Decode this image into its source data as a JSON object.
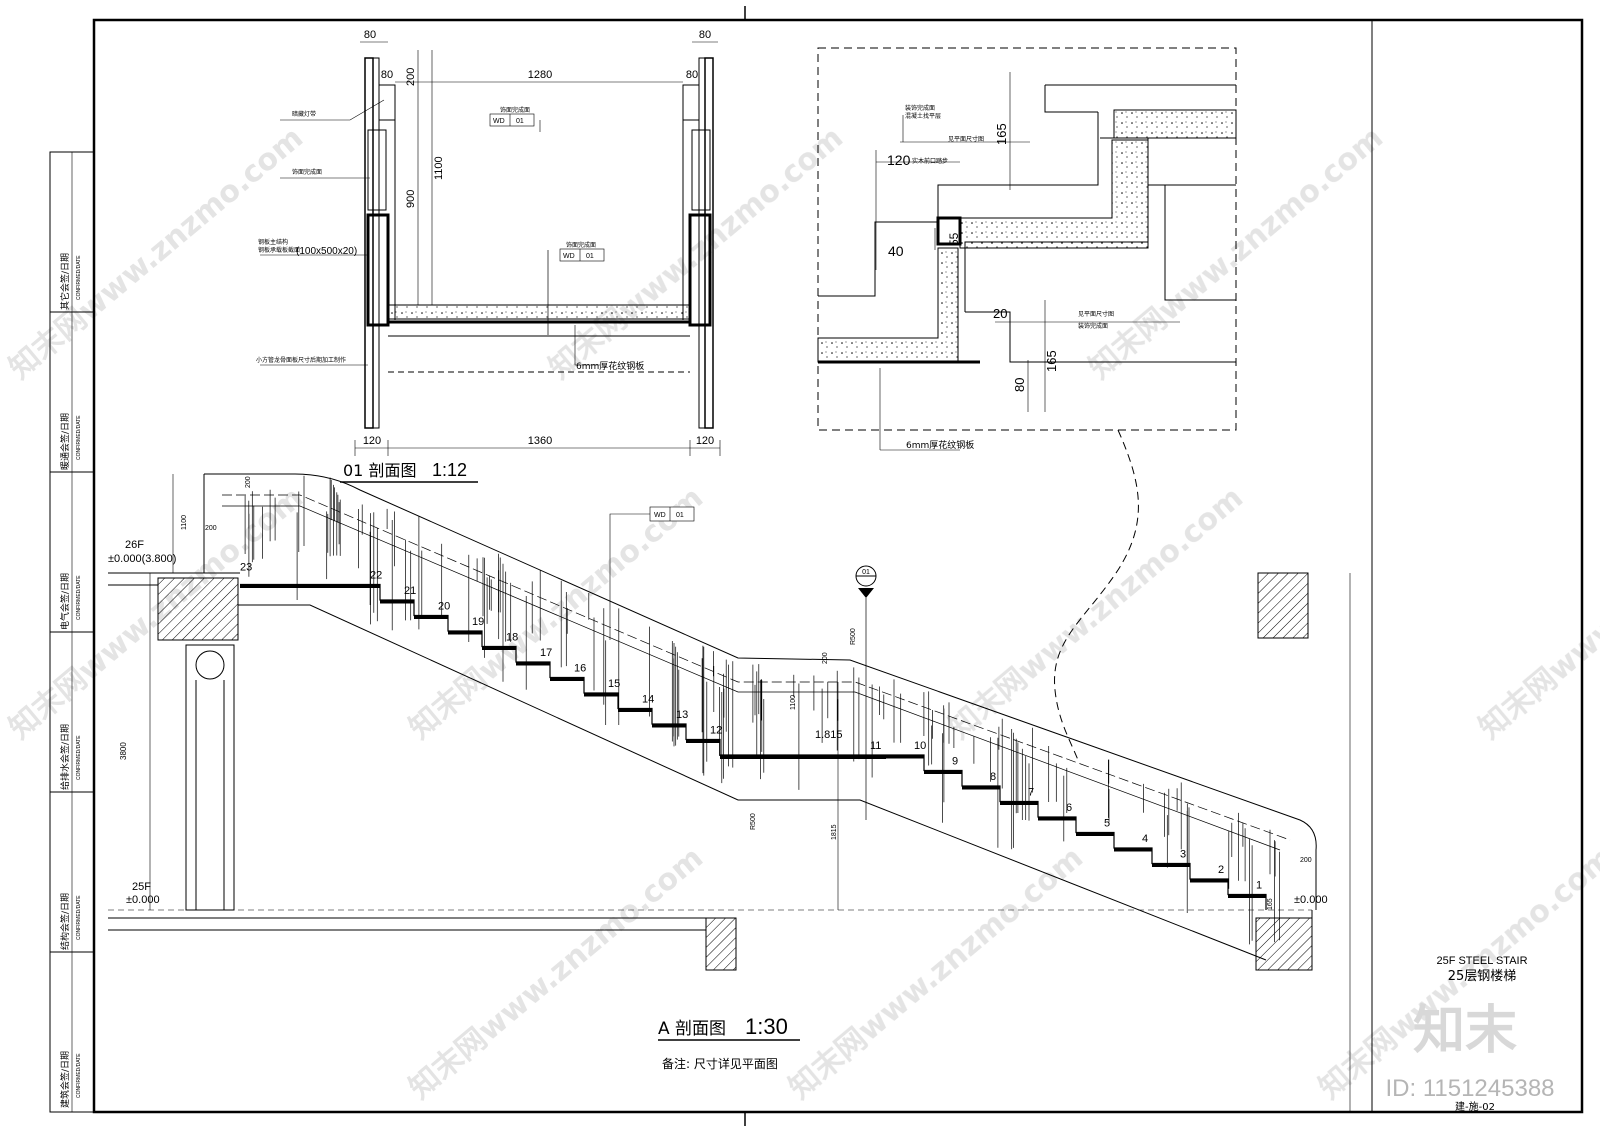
{
  "title_block": {
    "drawing_title_en": "25F STEEL STAIR",
    "drawing_title_cn": "25层钢楼梯",
    "brand_logo": "知末",
    "id_label": "ID: 1151245388",
    "sheet_no": "建-施-02"
  },
  "signoff_column": [
    {
      "cn": "其它会签/日期",
      "en": "CONFIRMED/DATE"
    },
    {
      "cn": "暖通会签/日期",
      "en": "CONFIRMED/DATE"
    },
    {
      "cn": "电气会签/日期",
      "en": "CONFIRMED/DATE"
    },
    {
      "cn": "给排水会签/日期",
      "en": "CONFIRMED/DATE"
    },
    {
      "cn": "结构会签/日期",
      "en": "CONFIRMED/DATE"
    },
    {
      "cn": "建筑会签/日期",
      "en": "CONFIRMED/DATE"
    }
  ],
  "section_01": {
    "title": "01 剖面图",
    "scale": "1:12",
    "dims": {
      "top_post": "80",
      "inner_left": "80",
      "inner_right": "80",
      "clear_width": "1280",
      "top_offset": "200",
      "rail_height": "1100",
      "lower_height": "900",
      "base_left": "120",
      "base_width": "1360",
      "base_right": "120",
      "right_post": "80"
    },
    "labels": {
      "concealed_light": "暗藏灯带",
      "finish_face": "饰面完成面",
      "steel_frame_a": "钢板主结构",
      "steel_frame_b": "钢板承载板截面",
      "steel_size": "(100x500x20)",
      "plate": "6mm厚花纹钢板",
      "note": "小方管龙骨面板尺寸后期加工制作",
      "tag_code": "WD",
      "tag_no": "01"
    }
  },
  "detail_tread": {
    "dims": {
      "riser_top": "165",
      "nosing": "120",
      "nosing_lead": "实木前口踏步",
      "edge": "40",
      "thick": "55",
      "offset": "20",
      "riser_low": "165",
      "bottom": "80"
    },
    "labels": {
      "finish_a": "装饰完成面",
      "finish_b": "混凝土找平层",
      "top_face": "见平面尺寸图",
      "plate": "6mm厚花纹钢板",
      "side_face": "见平面尺寸图",
      "side_finish": "装饰完成面"
    }
  },
  "section_A": {
    "title": "A 剖面图",
    "scale": "1:30",
    "note": "备注: 尺寸详见平面图",
    "levels": {
      "upper_floor": "26F",
      "upper_elev": "±0.000(3.800)",
      "lower_floor": "25F",
      "lower_elev": "±0.000",
      "lower_elev_right": "±0.000"
    },
    "dims": {
      "floor_height": "3800",
      "rail_h": "1100",
      "rail_top": "200",
      "rail_side": "200",
      "landing_elev": "1.815",
      "landing_dim": "1815",
      "landing_rail": "1100",
      "radius_a": "R500",
      "radius_b": "R500",
      "bottom_rail": "200",
      "step_riser": "165"
    },
    "step_numbers": [
      "1",
      "2",
      "3",
      "4",
      "5",
      "6",
      "7",
      "8",
      "9",
      "10",
      "11",
      "12",
      "13",
      "14",
      "15",
      "16",
      "17",
      "18",
      "19",
      "20",
      "21",
      "22",
      "23"
    ],
    "tag_code": "WD",
    "tag_no": "01",
    "callout": "01"
  },
  "watermark": "知末网www.znzmo.com"
}
